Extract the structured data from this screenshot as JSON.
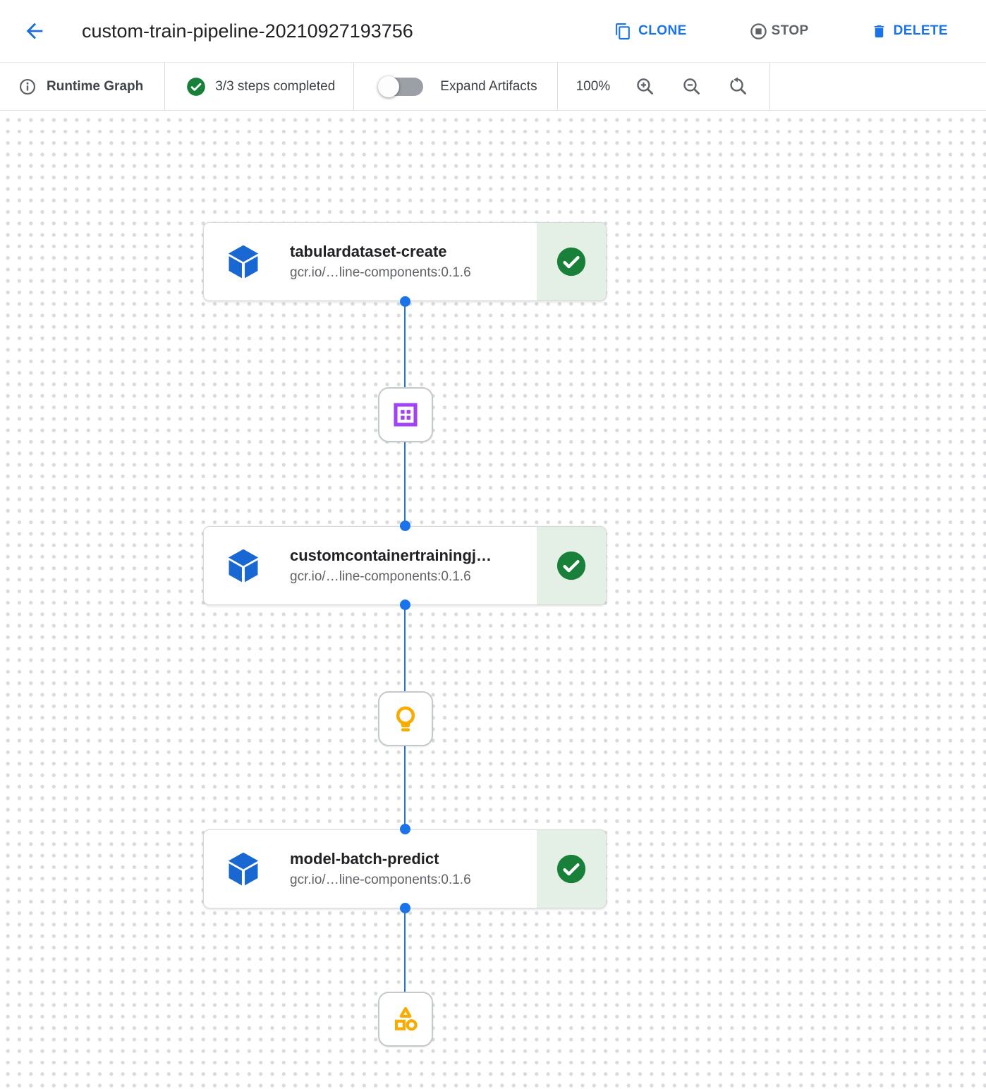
{
  "header": {
    "title": "custom-train-pipeline-20210927193756",
    "actions": {
      "clone": "CLONE",
      "stop": "STOP",
      "delete": "DELETE"
    }
  },
  "toolbar": {
    "view_label": "Runtime Graph",
    "steps_status": "3/3 steps completed",
    "expand_artifacts_label": "Expand Artifacts",
    "expand_artifacts_state": "off",
    "zoom_level": "100%"
  },
  "graph": {
    "nodes": [
      {
        "title": "tabulardataset-create",
        "subtitle": "gcr.io/…line-components:0.1.6",
        "status": "completed",
        "icon": "component-cube-icon"
      },
      {
        "title": "customcontainertrainingj…",
        "subtitle": "gcr.io/…line-components:0.1.6",
        "status": "completed",
        "icon": "component-cube-icon"
      },
      {
        "title": "model-batch-predict",
        "subtitle": "gcr.io/…line-components:0.1.6",
        "status": "completed",
        "icon": "component-cube-icon"
      }
    ],
    "artifacts": [
      {
        "icon": "dataset-icon",
        "color": "#a142f4"
      },
      {
        "icon": "model-icon",
        "color": "#f9ab00"
      },
      {
        "icon": "generic-artifact-icon",
        "color": "#f9ab00"
      }
    ]
  },
  "colors": {
    "accent_blue": "#1a73e8",
    "cube_blue": "#1967d2",
    "success_green": "#188038",
    "success_bg": "#e4efe6",
    "artifact_purple": "#a142f4",
    "artifact_yellow": "#f9ab00",
    "muted_gray": "#5f6368"
  }
}
